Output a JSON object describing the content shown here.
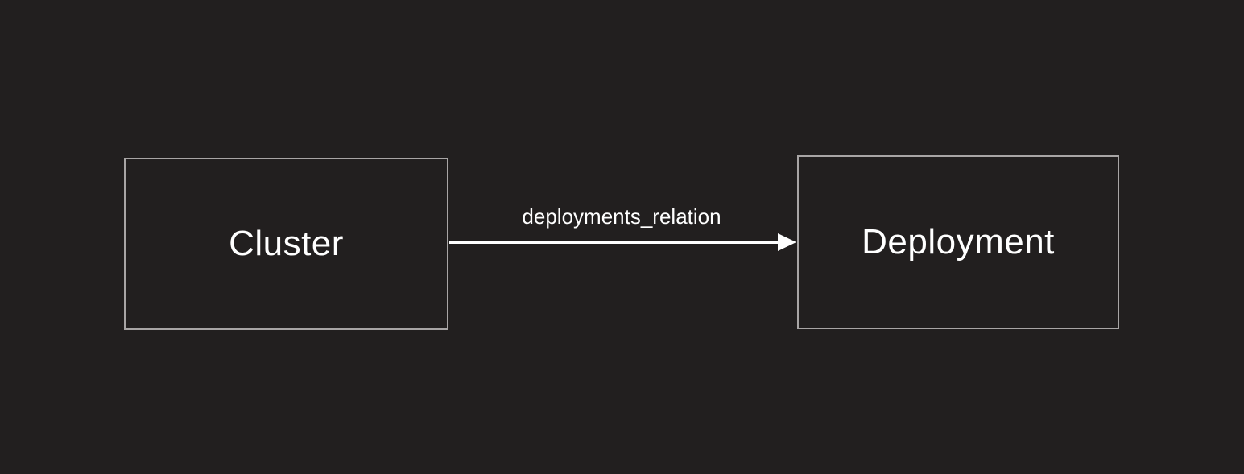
{
  "canvas": {
    "background_color": "#221F1F"
  },
  "diagram": {
    "nodes": [
      {
        "id": "cluster",
        "label": "Cluster"
      },
      {
        "id": "deployment",
        "label": "Deployment"
      }
    ],
    "edge": {
      "label": "deployments_relation",
      "from": "cluster",
      "to": "deployment",
      "direction": "left-to-right"
    },
    "colors": {
      "node_border": "#A8A5A5",
      "node_text": "#FFFFFF",
      "arrow": "#FFFFFF"
    }
  }
}
